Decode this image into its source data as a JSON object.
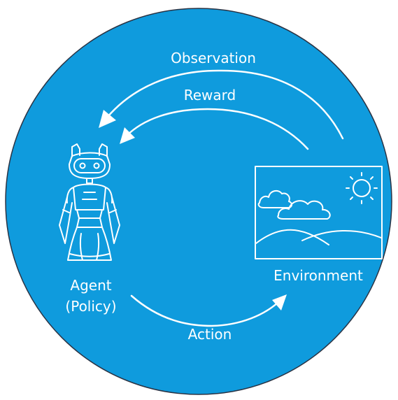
{
  "colors": {
    "background": "#ffffff",
    "circle_fill": "#0f9bdd",
    "circle_stroke": "#2a3344",
    "line": "#ffffff"
  },
  "icons": {
    "agent": "robot-icon",
    "environment": "landscape-icon",
    "sun": "sun-icon",
    "cloud": "cloud-icon"
  },
  "labels": {
    "observation": "Observation",
    "reward": "Reward",
    "agent_line1": "Agent",
    "agent_line2": "(Policy)",
    "environment": "Environment",
    "action": "Action"
  }
}
